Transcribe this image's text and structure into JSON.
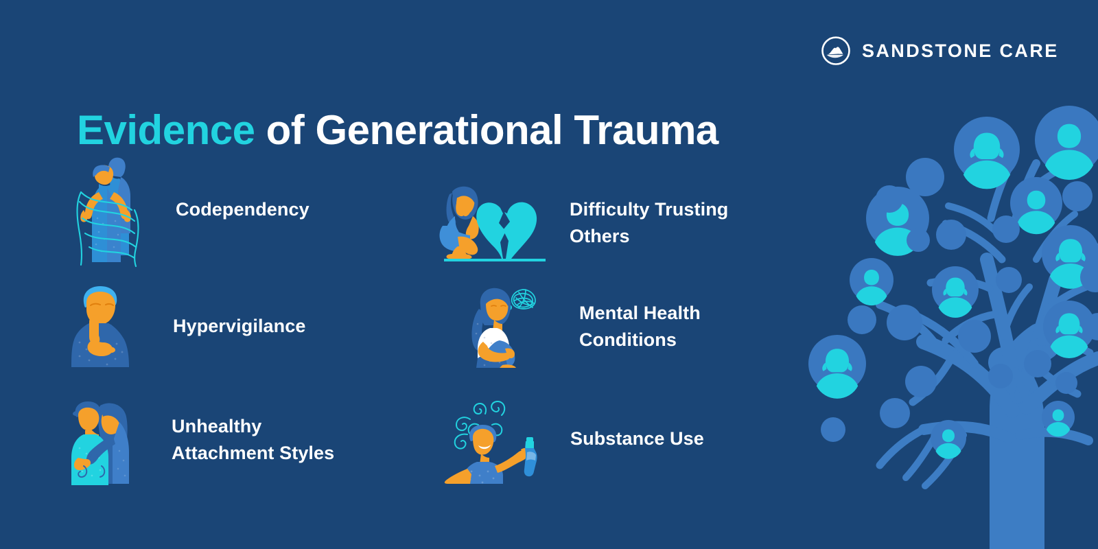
{
  "brand": {
    "logo_icon": "sandstone-mountain-circle-icon",
    "wordmark": "SANDSTONE CARE"
  },
  "title": {
    "accent_text": "Evidence",
    "rest_text": " of Generational Trauma"
  },
  "colors": {
    "background": "#1a4576",
    "accent_cyan": "#22d3e0",
    "text_white": "#ffffff",
    "tree_blue": "#3d7dc4",
    "node_blue": "#3a78c0",
    "figure_orange": "#f5a02b",
    "figure_blue_mid": "#2e8fd6",
    "figure_blue_dark": "#2f67ab",
    "figure_cyan": "#22d3e0"
  },
  "items": [
    {
      "id": "codependency",
      "label": "Codependency",
      "icon": "couple-bound-by-rope-icon",
      "column": "left"
    },
    {
      "id": "hypervigilance",
      "label": "Hypervigilance",
      "icon": "anxious-man-hand-on-chin-icon",
      "column": "left"
    },
    {
      "id": "attachment",
      "label": "Unhealthy\nAttachment Styles",
      "label_line1": "Unhealthy",
      "label_line2": "Attachment Styles",
      "icon": "couple-embracing-icon",
      "column": "left"
    },
    {
      "id": "trusting",
      "label": "Difficulty Trusting\nOthers",
      "label_line1": "Difficulty Trusting",
      "label_line2": "Others",
      "icon": "crouching-person-broken-heart-icon",
      "column": "right"
    },
    {
      "id": "mentalhealth",
      "label": "Mental Health\nConditions",
      "label_line1": "Mental Health",
      "label_line2": "Conditions",
      "icon": "seated-woman-tangled-thought-icon",
      "column": "right"
    },
    {
      "id": "substance",
      "label": "Substance Use",
      "icon": "man-holding-bottle-icon",
      "column": "right"
    }
  ],
  "decoration": {
    "tree_icon": "family-tree-with-person-nodes-icon",
    "tree_description": "Family tree with branches ending in circular portrait nodes"
  }
}
